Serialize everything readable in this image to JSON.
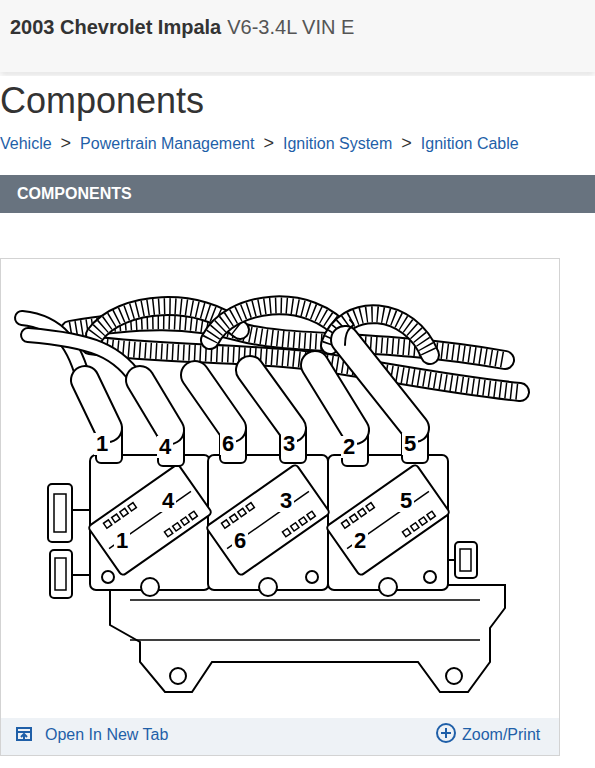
{
  "diagram": {
    "title": "Components",
    "labels": [
      "2003 Chevrolet Impala",
      "V6-3.4L VIN E",
      "Vehicle",
      ">",
      "Powertrain Management",
      ">",
      "Ignition System",
      ">",
      "Ignition Cable",
      "COMPONENTS",
      "1",
      "4",
      "6",
      "3",
      "2",
      "5",
      "4",
      "1",
      "3",
      "6",
      "5",
      "2",
      "Open In New Tab",
      "Zoom/Print"
    ]
  }
}
